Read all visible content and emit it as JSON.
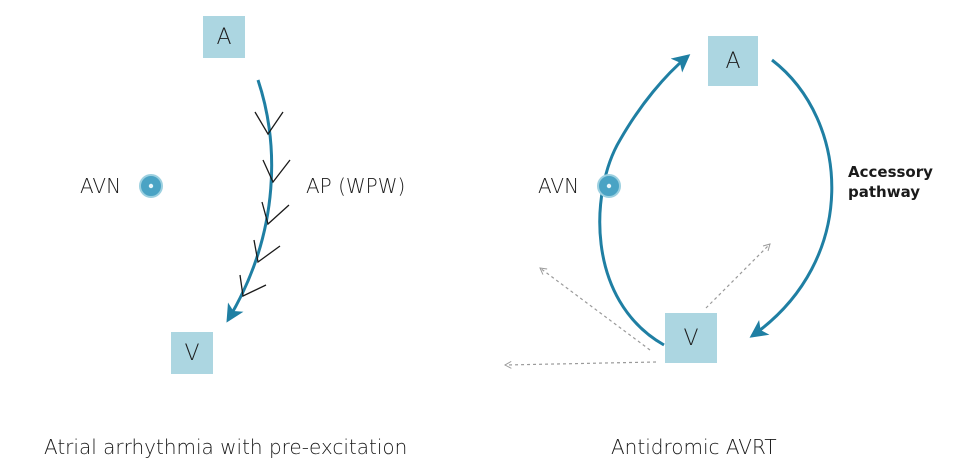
{
  "left": {
    "atrium_label": "A",
    "ventricle_label": "V",
    "avn_label": "AVN",
    "pathway_label": "AP (WPW)",
    "caption": "Atrial arrhythmia with pre-excitation"
  },
  "right": {
    "atrium_label": "A",
    "ventricle_label": "V",
    "avn_label": "AVN",
    "pathway_label_line1": "Accessory",
    "pathway_label_line2": "pathway",
    "caption": "Antidromic AVRT"
  },
  "colors": {
    "box_fill": "#acd6e1",
    "arrow": "#1f7fa3",
    "node": "#4aa3c4",
    "dashed": "#9a9a9a",
    "ticks": "#1a1a1a"
  }
}
